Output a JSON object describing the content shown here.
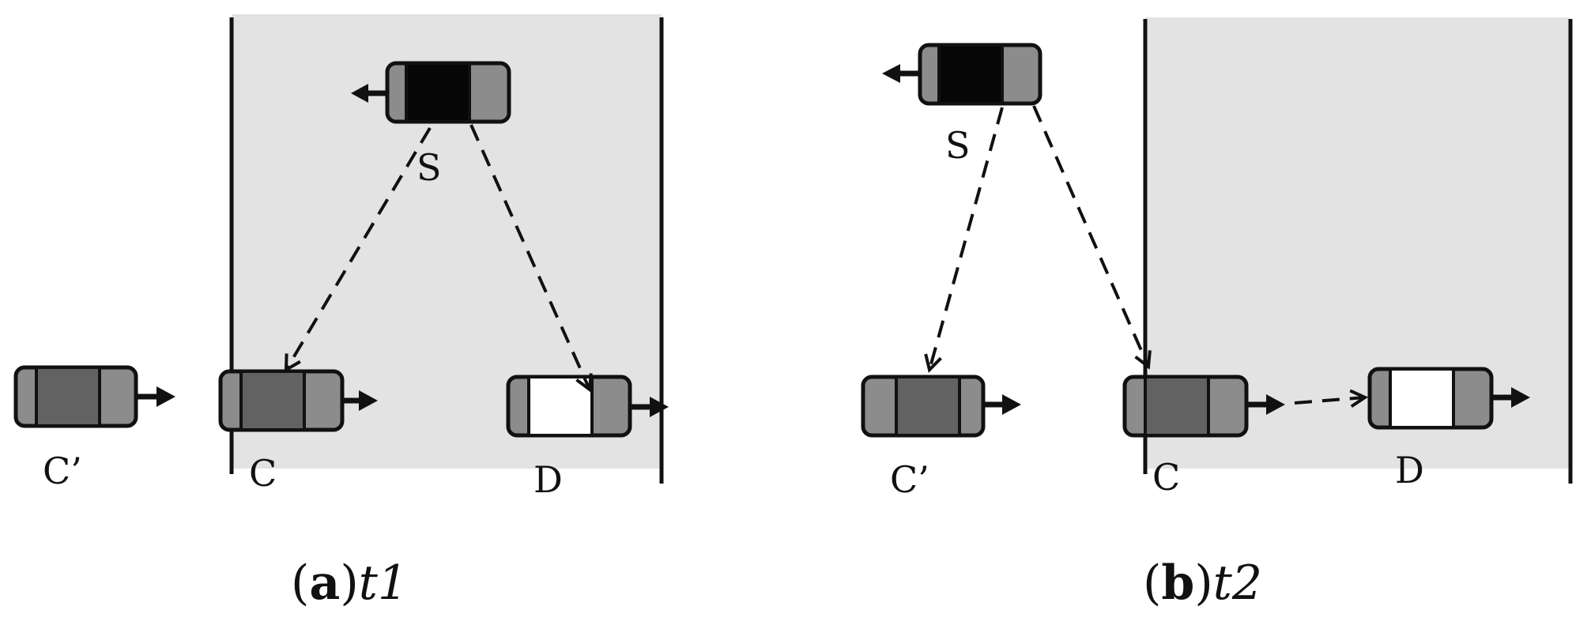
{
  "panels": [
    {
      "caption": {
        "open": "(",
        "letter": "a",
        "close": ")",
        "time": "t1"
      },
      "labels": {
        "s": "S",
        "c_prime": "C’",
        "c": "C",
        "d": "D"
      }
    },
    {
      "caption": {
        "open": "(",
        "letter": "b",
        "close": ")",
        "time": "t2"
      },
      "labels": {
        "s": "S",
        "c_prime": "C’",
        "c": "C",
        "d": "D"
      }
    }
  ],
  "colors": {
    "zone_fill": "#e3e3e3",
    "vehicle_cab": "#8c8c8c",
    "vehicle_body_dark": "#626262",
    "vehicle_body_black": "#060606",
    "vehicle_body_white": "#ffffff",
    "stroke": "#111111"
  }
}
